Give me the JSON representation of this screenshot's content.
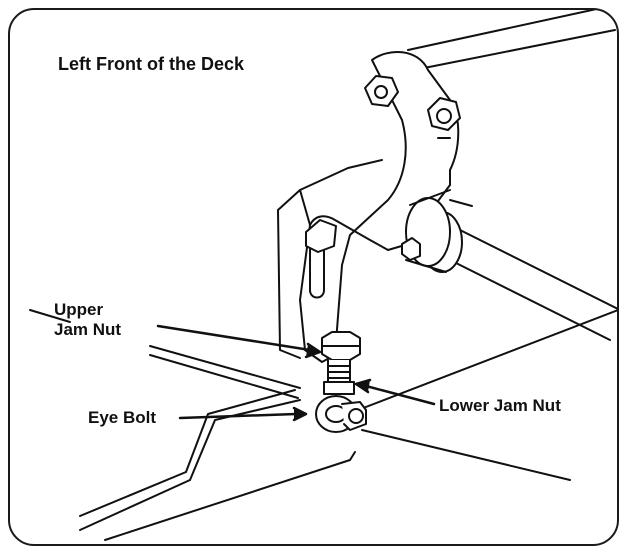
{
  "diagram": {
    "title": "Left Front of the Deck",
    "labels": {
      "upper_jam_nut_line1": "Upper",
      "upper_jam_nut_line2": "Jam Nut",
      "eye_bolt": "Eye Bolt",
      "lower_jam_nut": "Lower Jam Nut"
    },
    "colors": {
      "ink": "#111111",
      "background": "#ffffff"
    }
  }
}
